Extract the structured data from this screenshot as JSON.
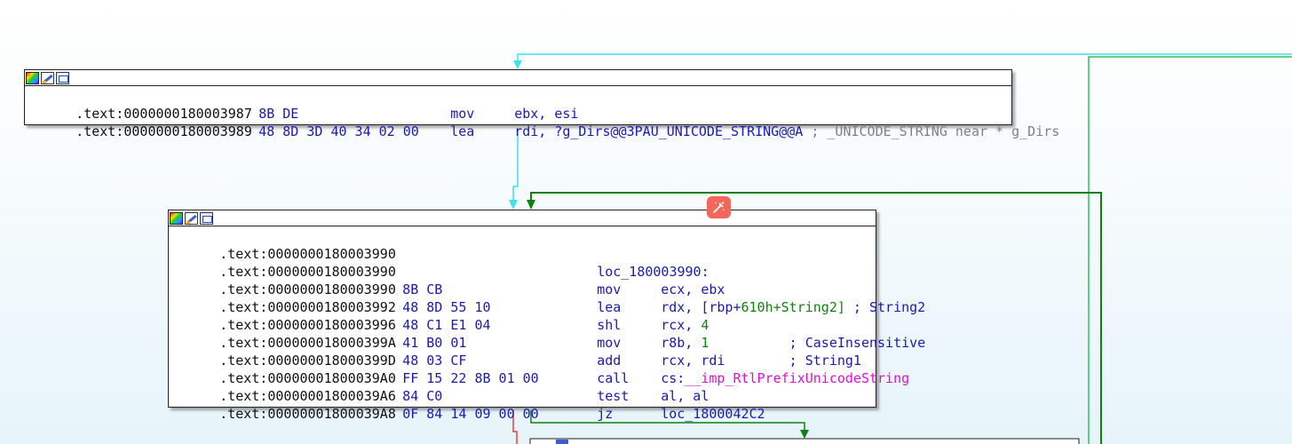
{
  "graph": {
    "blocks": [
      {
        "id": "block-180003987",
        "lines": [
          {
            "addr": ".text:0000000180003987",
            "bytes": "8B DE",
            "mnemonic": "mov",
            "operands": "ebx, esi",
            "comment": ""
          },
          {
            "addr": ".text:0000000180003989",
            "bytes": "48 8D 3D 40 34 02 00",
            "mnemonic": "lea",
            "operands": "rdi, ?g_Dirs@@3PAU_UNICODE_STRING@@A",
            "comment": "; _UNICODE_STRING near * g_Dirs"
          }
        ]
      },
      {
        "id": "block-180003990",
        "lines": [
          {
            "addr": ".text:0000000180003990"
          },
          {
            "addr": ".text:0000000180003990",
            "label": "loc_180003990:"
          },
          {
            "addr": ".text:0000000180003990",
            "bytes": "8B CB",
            "mnemonic": "mov",
            "operands": "ecx, ebx"
          },
          {
            "addr": ".text:0000000180003992",
            "bytes": "48 8D 55 10",
            "mnemonic": "lea",
            "op_a": "rdx, [rbp+",
            "op_num": "610h",
            "op_b": "+String2]",
            "comment": " ; String2"
          },
          {
            "addr": ".text:0000000180003996",
            "bytes": "48 C1 E1 04",
            "mnemonic": "shl",
            "op_a": "rcx, ",
            "op_num": "4"
          },
          {
            "addr": ".text:000000018000399A",
            "bytes": "41 B0 01",
            "mnemonic": "mov",
            "op_a": "r8b, ",
            "op_num": "1",
            "comment": "          ; CaseInsensitive"
          },
          {
            "addr": ".text:000000018000399D",
            "bytes": "48 03 CF",
            "mnemonic": "add",
            "operands": "rcx, rdi",
            "comment": "        ; String1"
          },
          {
            "addr": ".text:00000001800039A0",
            "bytes": "FF 15 22 8B 01 00",
            "mnemonic": "call",
            "op_a": "cs:",
            "op_imp": "__imp_RtlPrefixUnicodeString"
          },
          {
            "addr": ".text:00000001800039A6",
            "bytes": "84 C0",
            "mnemonic": "test",
            "operands": "al, al"
          },
          {
            "addr": ".text:00000001800039A8",
            "bytes": "0F 84 14 09 00 00",
            "mnemonic": "jz",
            "operands": "loc_1800042C2"
          }
        ]
      }
    ]
  },
  "colors": {
    "edge_normal": "#40e0f0",
    "edge_true": "#108010",
    "edge_false": "#e04040",
    "edge_back": "#30c060",
    "ai_button": "#f2675a"
  },
  "icons": [
    "color-palette-icon",
    "edit-pencil-icon",
    "graph-view-icon",
    "ai-assist-icon"
  ]
}
